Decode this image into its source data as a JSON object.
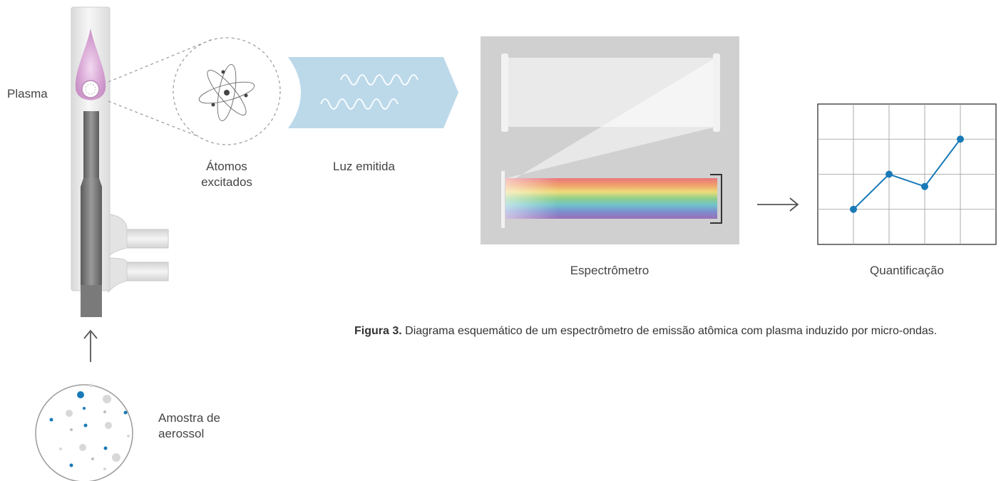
{
  "labels": {
    "plasma": "Plasma",
    "atoms_line1": "Átomos",
    "atoms_line2": "excitados",
    "light": "Luz emitida",
    "spectrometer": "Espectrômetro",
    "quantification": "Quantificação",
    "sample_line1": "Amostra de",
    "sample_line2": "aerossol"
  },
  "caption": {
    "bold": "Figura 3.",
    "text": " Diagrama esquemático de um espectrômetro de emissão atômica com plasma induzido por micro-ondas."
  },
  "colors": {
    "accent_blue": "#1a7ab8",
    "light_band": "#bcd9ea",
    "plasma_pink": "#c98fc7",
    "spectrometer_bg": "#d0d0d0"
  },
  "chart_data": {
    "type": "line",
    "x": [
      1,
      2,
      3,
      4
    ],
    "values": [
      1,
      2,
      1.65,
      3
    ],
    "xlim": [
      0,
      5
    ],
    "ylim": [
      0,
      4
    ],
    "grid": true
  }
}
